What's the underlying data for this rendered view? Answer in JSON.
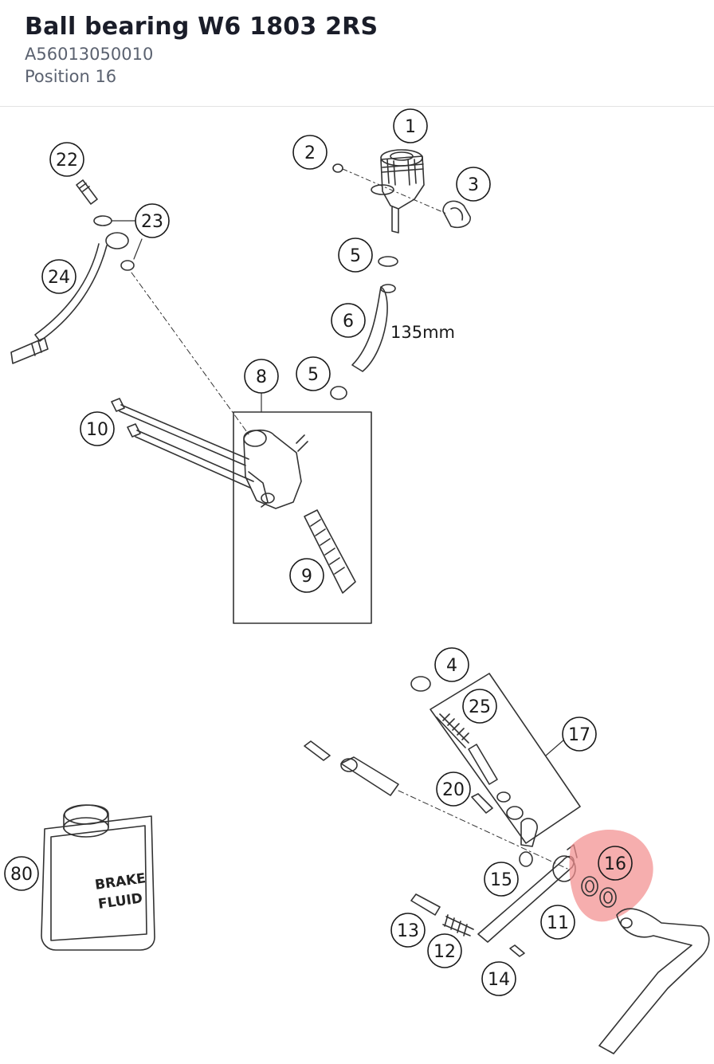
{
  "header": {
    "title": "Ball bearing W6 1803 2RS",
    "part_number": "A56013050010",
    "position": "Position 16"
  },
  "diagram": {
    "callouts": [
      "1",
      "2",
      "3",
      "5",
      "5",
      "6",
      "8",
      "9",
      "10",
      "22",
      "23",
      "24",
      "4",
      "25",
      "17",
      "20",
      "15",
      "16",
      "11",
      "13",
      "12",
      "14",
      "80"
    ],
    "hose_length": "135mm",
    "can_label_line1": "BRAKE",
    "can_label_line2": "FLUID",
    "highlighted_callout": "16",
    "highlight_color": "#f28f8f"
  }
}
